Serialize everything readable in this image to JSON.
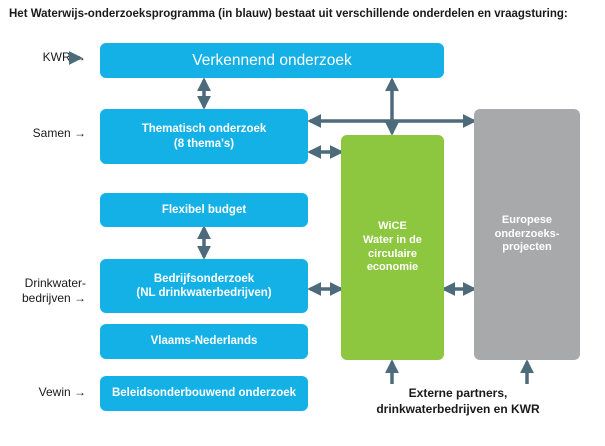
{
  "title": "Het Waterwijs-onderzoeksprogramma (in blauw) bestaat uit verschillende onderdelen en vraagsturing:",
  "side_labels": {
    "kwr": "KWR →",
    "samen": "Samen →",
    "drinkwaterbedrijven": "Drinkwater-\nbedrijven →",
    "vewin": "Vewin →"
  },
  "blocks": {
    "verkennend": "Verkennend onderzoek",
    "thematisch": "Thematisch onderzoek\n(8 thema's)",
    "flexibel": "Flexibel budget",
    "bedrijfs": "Bedrijfsonderzoek\n(NL drinkwaterbedrijven)",
    "vlaams": "Vlaams-Nederlands",
    "beleids": "Beleidsonderbouwend onderzoek",
    "wice": "WiCE\nWater in de\ncirculaire\neconomie",
    "europese": "Europese\nonderzoeks-\nprojecten"
  },
  "external": "Externe partners,\ndrinkwaterbedrijven en KWR",
  "colors": {
    "blue": "#14b1e7",
    "green": "#8dc63f",
    "grey": "#a8a9ab",
    "arrow": "#4d6b7a"
  }
}
